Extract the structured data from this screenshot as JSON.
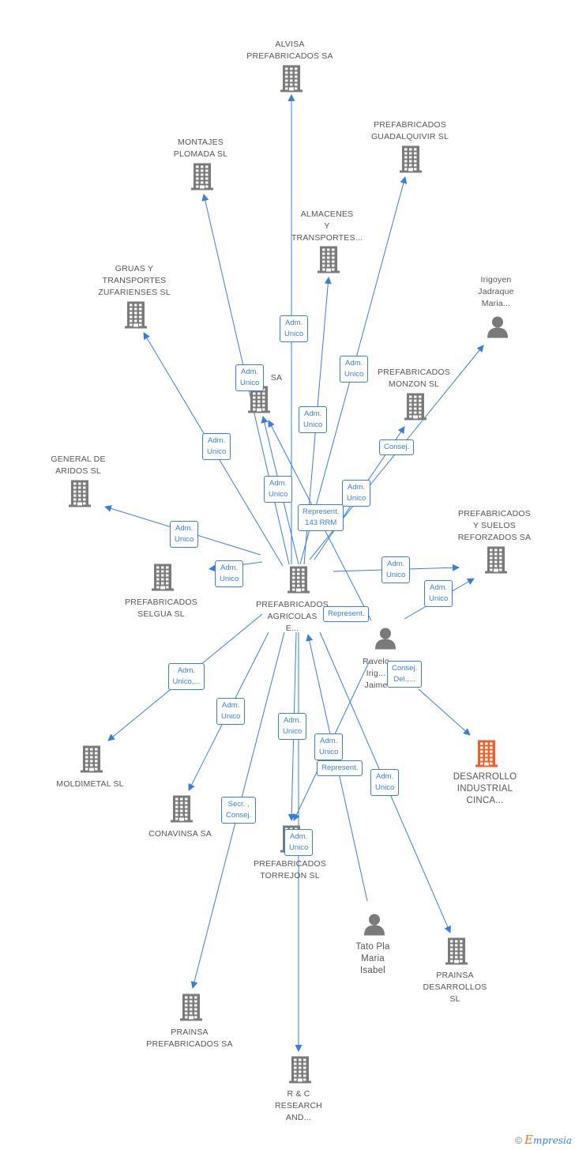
{
  "colors": {
    "edge": "#3a7fd5",
    "node": "#7a7a7a",
    "highlight": "#f0602e",
    "label": "#555555"
  },
  "nodes": [
    {
      "id": "center",
      "kind": "company",
      "label": "PREFABRICADOS\nAGRICOLAS\nE..."
    },
    {
      "id": "alvisa",
      "kind": "company",
      "label": "ALVISA\nPREFABRICADOS SA"
    },
    {
      "id": "guadalquivir",
      "kind": "company",
      "label": "PREFABRICADOS\nGUADALQUIVIR SL"
    },
    {
      "id": "montajes",
      "kind": "company",
      "label": "MONTAJES\nPLOMADA SL"
    },
    {
      "id": "almacenes",
      "kind": "company",
      "label": "ALMACENES\nY\nTRANSPORTES..."
    },
    {
      "id": "gruas",
      "kind": "company",
      "label": "GRUAS Y\nTRANSPORTES\nZUFARIENSES SL"
    },
    {
      "id": "irigoyen",
      "kind": "person",
      "label": "Irigoyen\nJadraque\nMaria..."
    },
    {
      "id": "sa",
      "kind": "company",
      "label": "SA"
    },
    {
      "id": "monzon",
      "kind": "company",
      "label": "PREFABRICADOS\nMONZON SL"
    },
    {
      "id": "generalaridos",
      "kind": "company",
      "label": "GENERAL DE\nARIDOS SL"
    },
    {
      "id": "reforzados",
      "kind": "company",
      "label": "PREFABRICADOS\nY SUELOS\nREFORZADOS SA"
    },
    {
      "id": "selgua",
      "kind": "company",
      "label": "PREFABRICADOS\nSELGUA SL"
    },
    {
      "id": "ravelo",
      "kind": "person",
      "label": "Ravelo\nIrig...\nJaime"
    },
    {
      "id": "desarrollo",
      "kind": "company-highlight",
      "label": "DESARROLLO\nINDUSTRIAL\nCINCA..."
    },
    {
      "id": "moldimetal",
      "kind": "company",
      "label": "MOLDIMETAL SL"
    },
    {
      "id": "conavinsa",
      "kind": "company",
      "label": "CONAVINSA SA"
    },
    {
      "id": "torrejon",
      "kind": "company",
      "label": "PREFABRICADOS\nTORREJON SL"
    },
    {
      "id": "tato",
      "kind": "person",
      "label": "Tato Pla\nMaria\nIsabel"
    },
    {
      "id": "prainsades",
      "kind": "company",
      "label": "PRAINSA\nDESARROLLOS\nSL"
    },
    {
      "id": "prainsapre",
      "kind": "company",
      "label": "PRAINSA\nPREFABRICADOS SA"
    },
    {
      "id": "rc",
      "kind": "company",
      "label": "R & C\nRESEARCH\nAND..."
    }
  ],
  "edge_labels": [
    "Adm.\nUnico",
    "Adm.\nUnico",
    "Adm.\nUnico",
    "Adm.\nUnico",
    "Adm.\nUnico",
    "Adm.\nUnico",
    "Consej.",
    "Adm.\nUnico",
    "Represent.\n143 RRM",
    "Adm.\nUnico",
    "Adm.\nUnico",
    "Adm.\nUnico",
    "Adm.\nUnico",
    "Represent.",
    "Consej.\nDel.,...",
    "Adm.\nUnico,...",
    "Adm.\nUnico",
    "Adm.\nUnico",
    "Adm.\nUnico",
    "Represent.",
    "Secr. ,\nConsej.",
    "Adm.\nUnico",
    "Adm.\nUnico",
    "Adm.\nUnico"
  ],
  "footer": {
    "copyright": "©",
    "brand_initial": "E",
    "brand_rest": "mpresia"
  }
}
